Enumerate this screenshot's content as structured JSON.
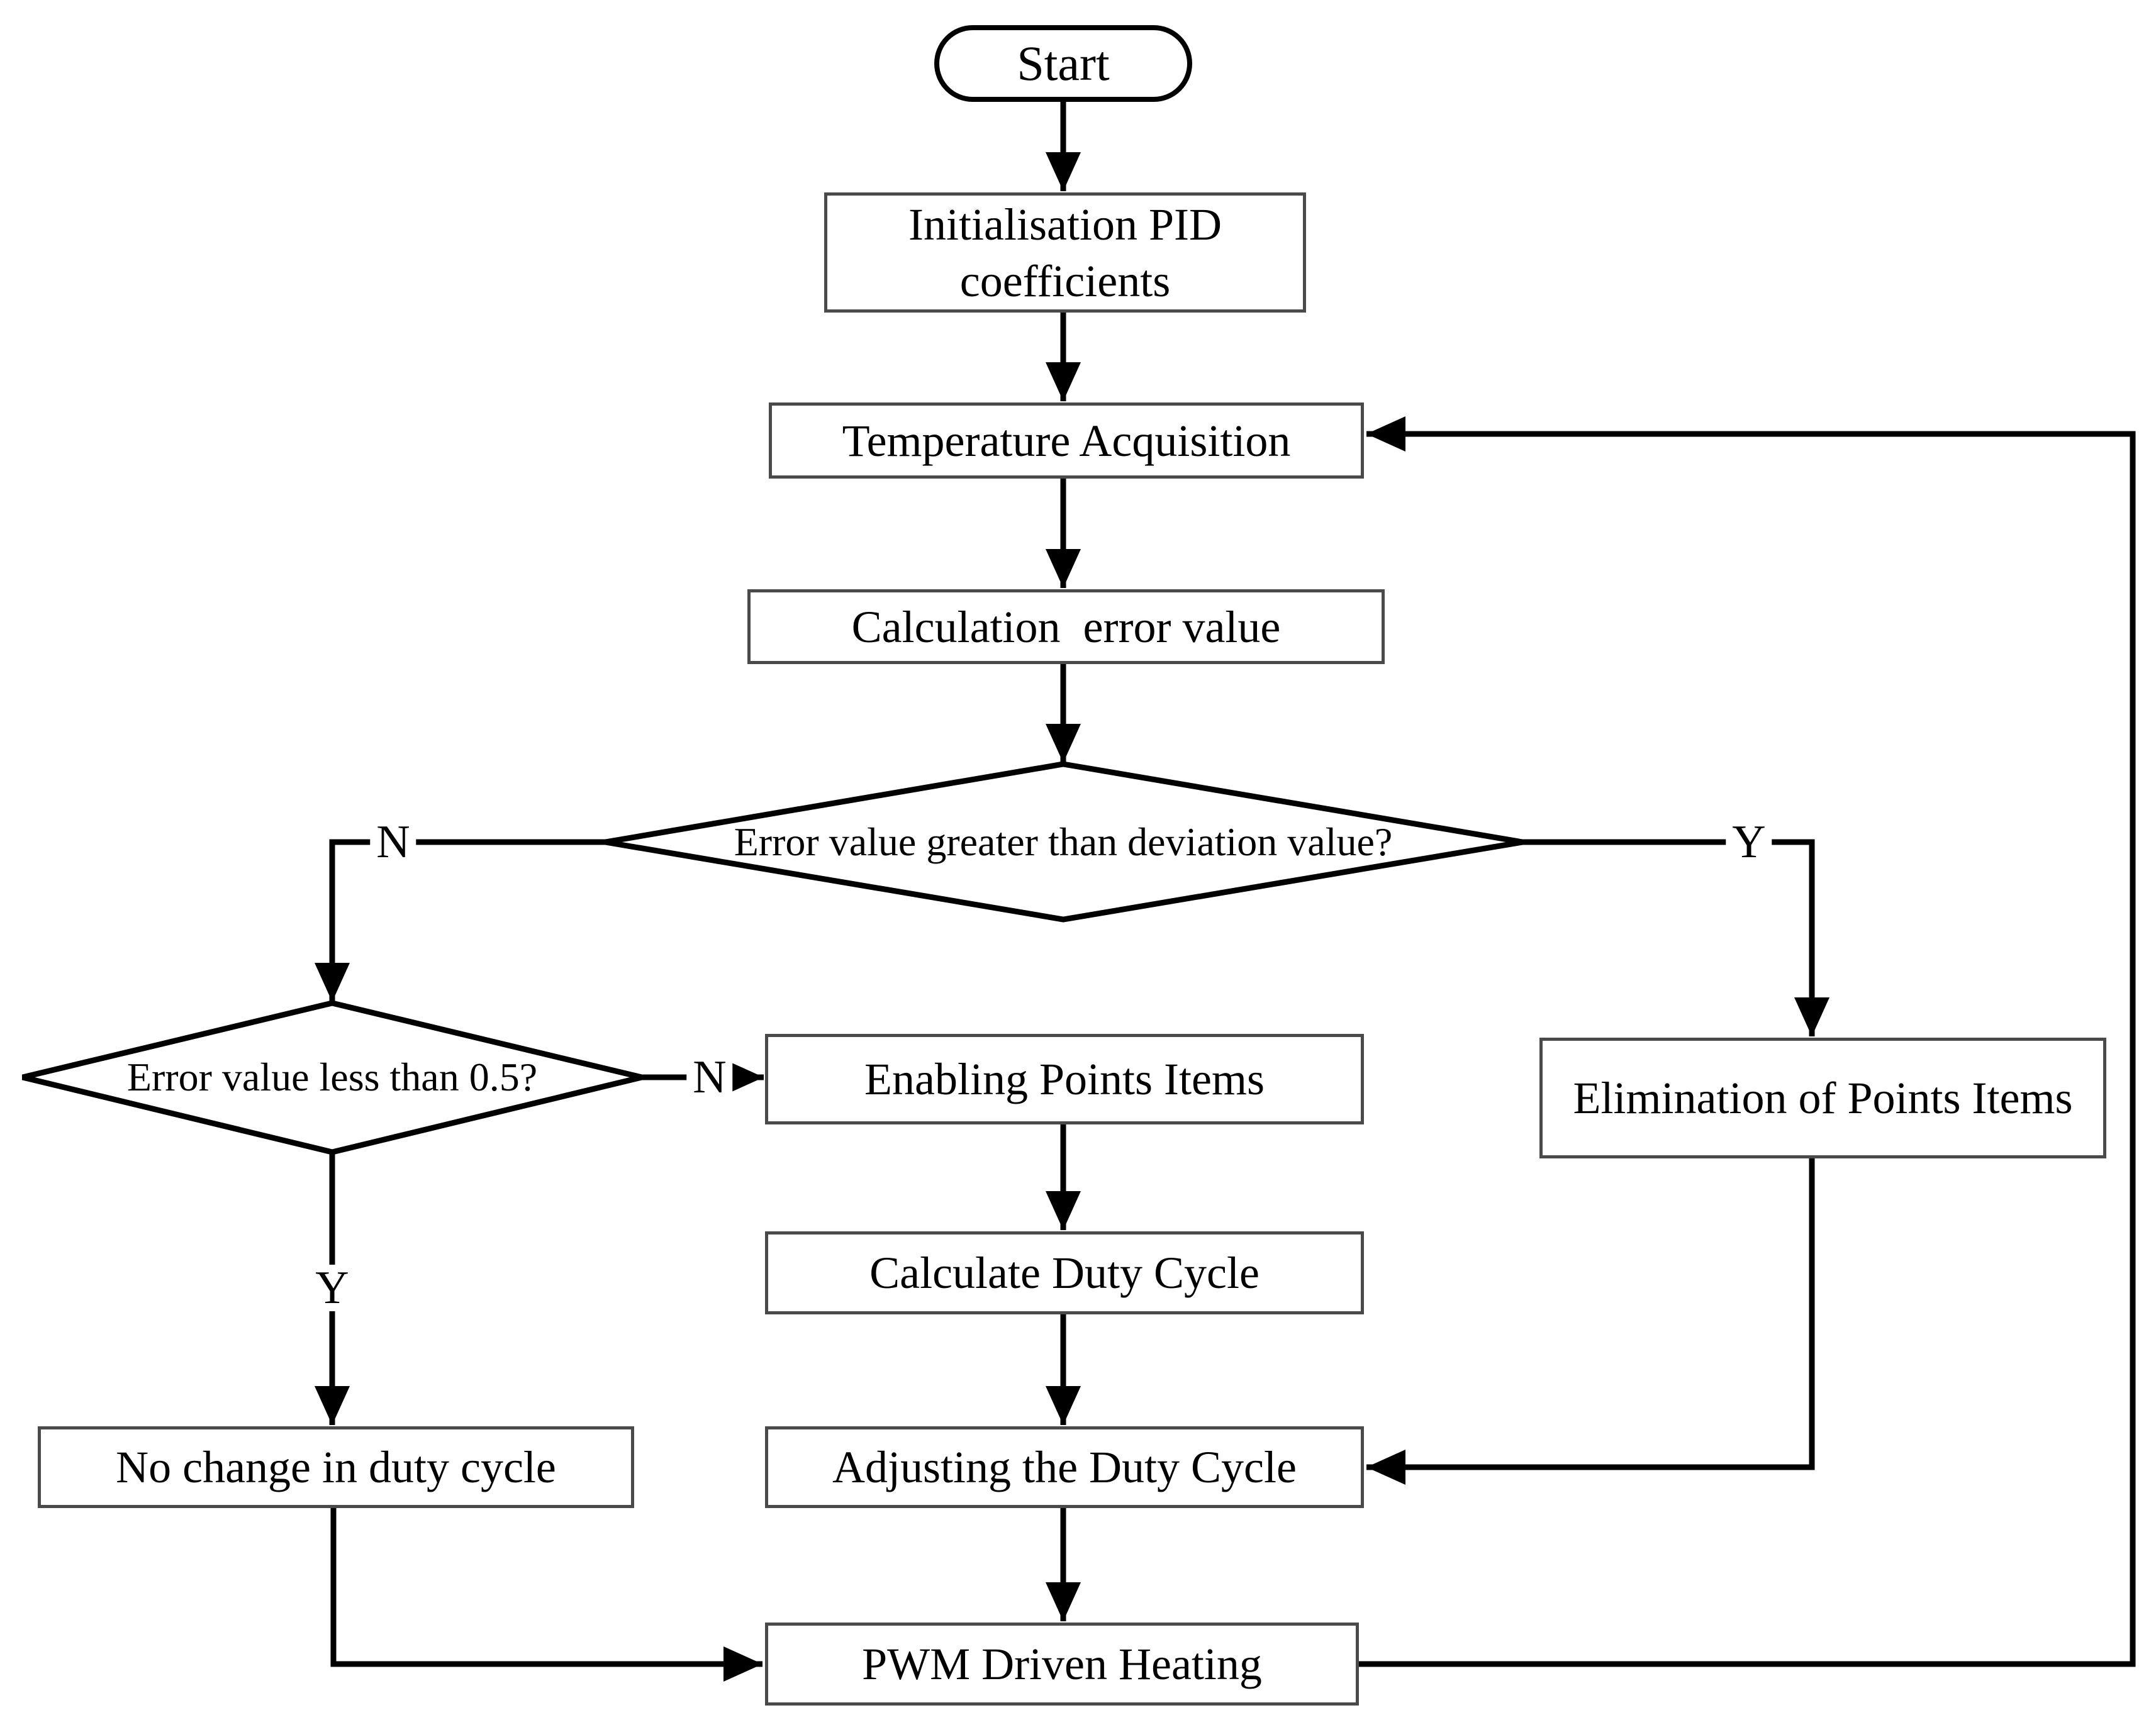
{
  "flowchart": {
    "nodes": {
      "start": "Start",
      "init_pid": "Initialisation PID coefficients",
      "temp_acq": "Temperature Acquisition",
      "calc_error": "Calculation  error value",
      "decision_deviation": "Error value greater than deviation value?",
      "decision_half": "Error value less than 0.5?",
      "enabling_points": "Enabling Points Items",
      "elimination_points": "Elimination of Points Items",
      "calc_duty": "Calculate Duty Cycle",
      "no_change": "No change in duty cycle",
      "adjusting_duty": "Adjusting the Duty Cycle",
      "pwm_heating": "PWM Driven Heating"
    },
    "branch_labels": {
      "deviation_no": "N",
      "deviation_yes": "Y",
      "half_no": "N",
      "half_yes": "Y"
    },
    "colors": {
      "line": "#000000",
      "box_border": "#4a4a4a",
      "background": "#ffffff",
      "text": "#000000"
    }
  }
}
